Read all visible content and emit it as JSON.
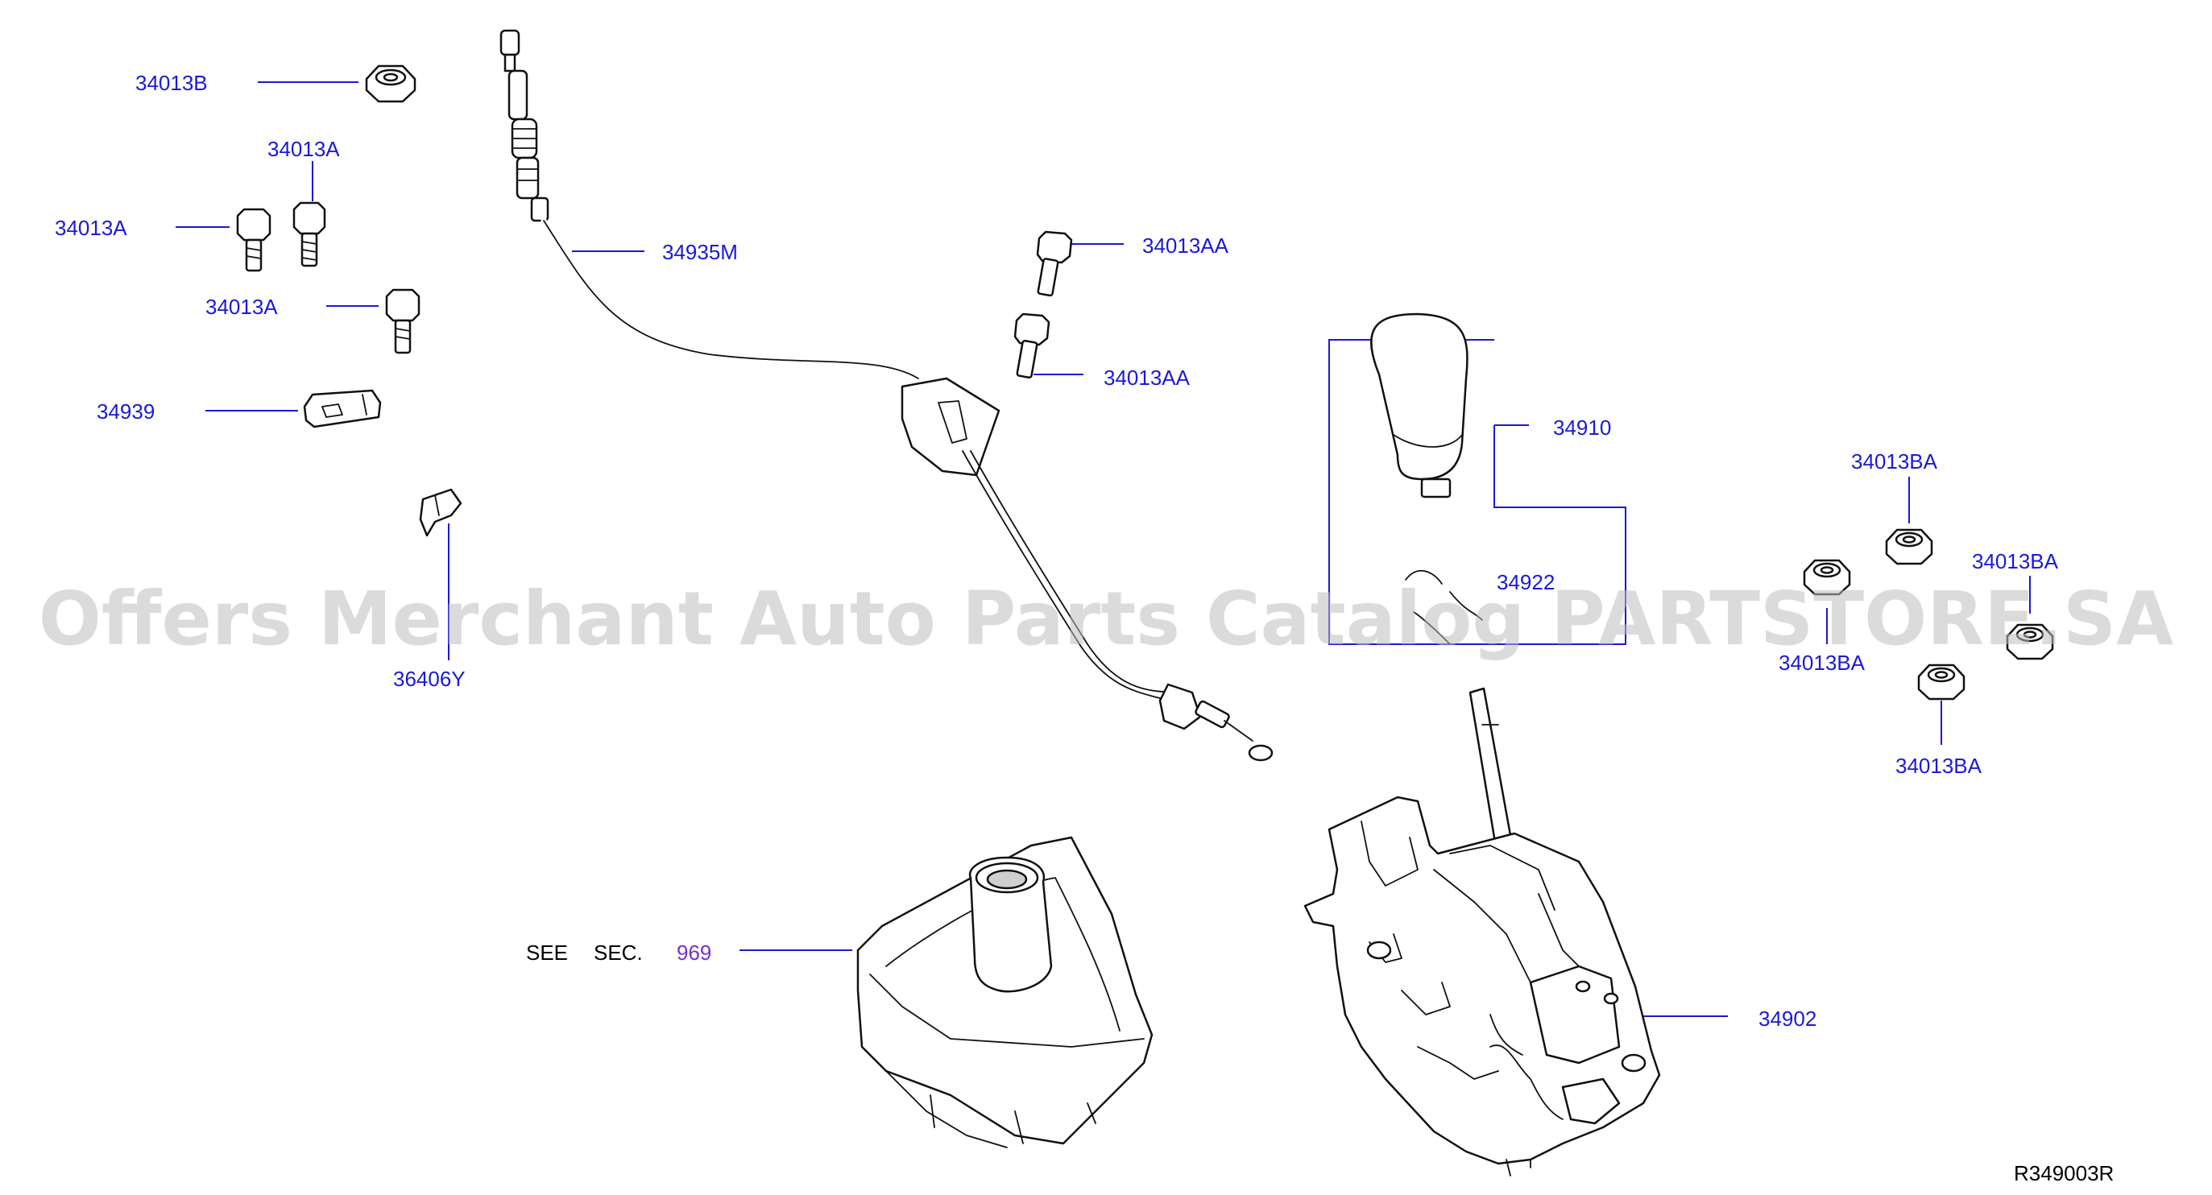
{
  "diagram_id": "R349003R",
  "watermark": "Offers Merchant Auto Parts Catalog PARTSTORE.SA",
  "see_section": {
    "prefix": "SEE",
    "sec": "SEC.",
    "number": "969"
  },
  "labels": {
    "p34013B": "34013B",
    "p34013A_top": "34013A",
    "p34013A_left": "34013A",
    "p34013A_low": "34013A",
    "p34939": "34939",
    "p36406Y": "36406Y",
    "p34935M": "34935M",
    "p34013AA_top": "34013AA",
    "p34013AA_low": "34013AA",
    "p34910": "34910",
    "p34922": "34922",
    "p34902": "34902",
    "p34013BA_top": "34013BA",
    "p34013BA_right": "34013BA",
    "p34013BA_left": "34013BA",
    "p34013BA_bottom": "34013BA"
  },
  "colors": {
    "part_label": "#1a1ad6",
    "section_link": "#7a2fc9",
    "outline": "#111111",
    "watermark": "#bdbdbd"
  }
}
